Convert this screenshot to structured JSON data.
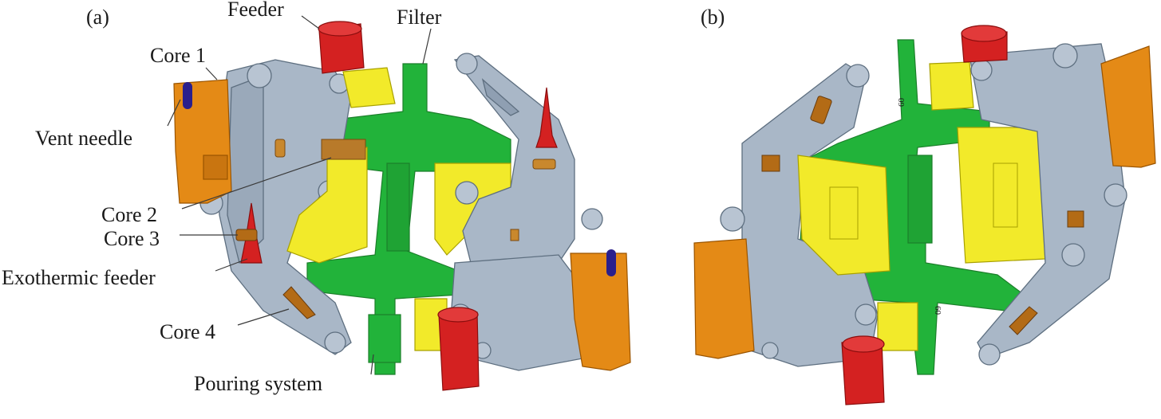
{
  "panels": {
    "a": {
      "tag": "(a)"
    },
    "b": {
      "tag": "(b)"
    }
  },
  "labels": {
    "feeder": "Feeder",
    "filter": "Filter",
    "core1": "Core 1",
    "vent_needle": "Vent needle",
    "core2": "Core 2",
    "core3": "Core 3",
    "exothermic_feeder": "Exothermic feeder",
    "core4": "Core 4",
    "pouring_system": "Pouring system"
  },
  "part_marks": {
    "b_upper": "60",
    "b_lower": "60"
  },
  "colors": {
    "casting": "#a9b7c7",
    "casting_dark": "#8696a8",
    "sand_core": "#f2ea2a",
    "core_shadow": "#c9bf10",
    "gating": "#22b33a",
    "feeder": "#d42121",
    "orange_core": "#e48a16",
    "vent": "#2a1f8c",
    "core_slot": "#b36b16"
  }
}
